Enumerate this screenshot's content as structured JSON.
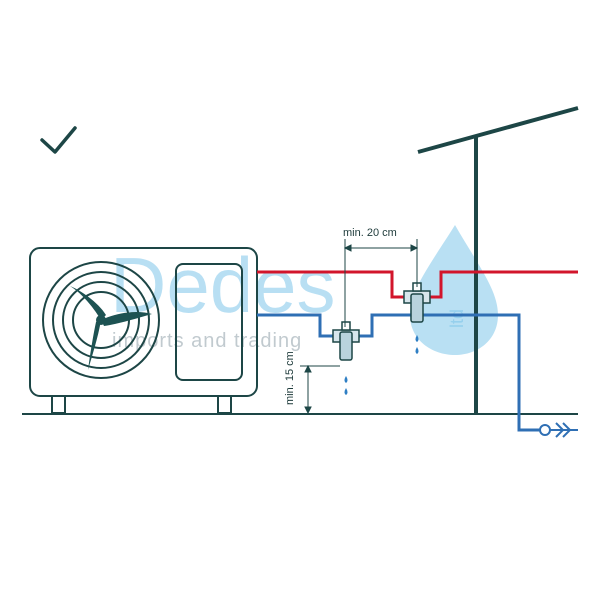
{
  "labels": {
    "horizontal_distance": "min. 20 cm",
    "vertical_distance": "min. 15 cm"
  },
  "watermark": {
    "brand": "Dedes",
    "tagline": "imports and trading",
    "suffix": "ltd"
  },
  "icons": {
    "status": "checkmark-icon",
    "fan": "fan-icon",
    "valve": "check-valve-icon",
    "drops": "water-drop-icon"
  },
  "colors": {
    "outline": "#1d4646",
    "hot_pipe": "#d2152b",
    "cold_pipe": "#2f6fb4",
    "fan_blade": "#1d5252",
    "watermark_blue": "#7fc6ea",
    "drop_blue": "#2f7fc4"
  }
}
